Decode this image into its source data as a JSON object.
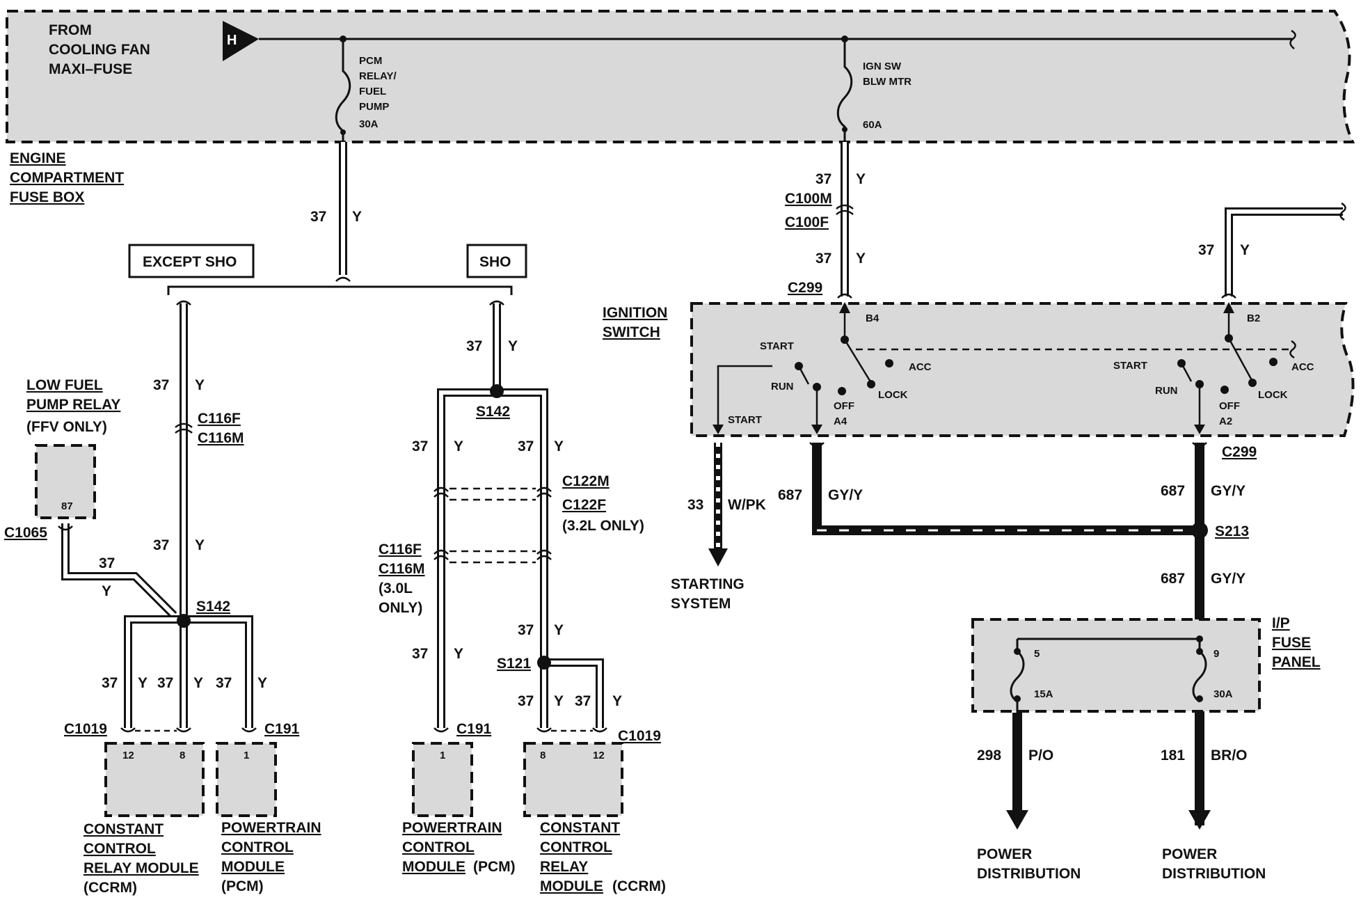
{
  "fusebox": {
    "from_line1": "FROM",
    "from_line2": "COOLING FAN",
    "from_line3": "MAXI–FUSE",
    "connector": "H",
    "fuse_pcm_l1": "PCM",
    "fuse_pcm_l2": "RELAY/",
    "fuse_pcm_l3": "FUEL",
    "fuse_pcm_l4": "PUMP",
    "fuse_pcm_amp": "30A",
    "fuse_ign_l1": "IGN SW",
    "fuse_ign_l2": "BLW MTR",
    "fuse_ign_amp": "60A",
    "label_l1": "ENGINE",
    "label_l2": "COMPARTMENT",
    "label_l3": "FUSE BOX"
  },
  "variants": {
    "except_sho": "EXCEPT SHO",
    "sho": "SHO"
  },
  "wires": {
    "c37": "37",
    "y": "Y",
    "c687": "687",
    "gyy": "GY/Y",
    "c33": "33",
    "wpk": "W/PK",
    "c298": "298",
    "po": "P/O",
    "c181": "181",
    "bro": "BR/O"
  },
  "connectors": {
    "c116f": "C116F",
    "c116m": "C116M",
    "c1065": "C1065",
    "s142": "S142",
    "c1019": "C1019",
    "c191": "C191",
    "c122m": "C122M",
    "c122f": "C122F",
    "only_32": "(3.2L ONLY)",
    "only_30_l1": "(3.0L",
    "only_30_l2": "ONLY)",
    "s121": "S121",
    "c100m": "C100M",
    "c100f": "C100F",
    "c299": "C299",
    "s213": "S213"
  },
  "pins": {
    "p87": "87",
    "p12": "12",
    "p8": "8",
    "p1": "1",
    "b4": "B4",
    "b2": "B2",
    "a4": "A4",
    "a2": "A2",
    "f5": "5",
    "f9": "9",
    "f15a": "15A",
    "f30a": "30A"
  },
  "relay": {
    "l1": "LOW FUEL",
    "l2": "PUMP RELAY",
    "l3": "(FFV ONLY)"
  },
  "modules": {
    "ccrm_l1": "CONSTANT",
    "ccrm_l2": "CONTROL",
    "ccrm_l3": "RELAY MODULE",
    "ccrm_abbr": "(CCRM)",
    "pcm_l1": "POWERTRAIN",
    "pcm_l2": "CONTROL",
    "pcm_l3": "MODULE",
    "pcm_abbr": "(PCM)",
    "ccrm2_l3": "RELAY",
    "ccrm2_l4": "MODULE"
  },
  "ignition": {
    "l1": "IGNITION",
    "l2": "SWITCH",
    "start": "START",
    "run": "RUN",
    "off": "OFF",
    "lock": "LOCK",
    "acc": "ACC"
  },
  "outputs": {
    "starting_l1": "STARTING",
    "starting_l2": "SYSTEM",
    "ipfuse_l1": "I/P",
    "ipfuse_l2": "FUSE",
    "ipfuse_l3": "PANEL",
    "power_l1": "POWER",
    "power_l2": "DISTRIBUTION"
  }
}
